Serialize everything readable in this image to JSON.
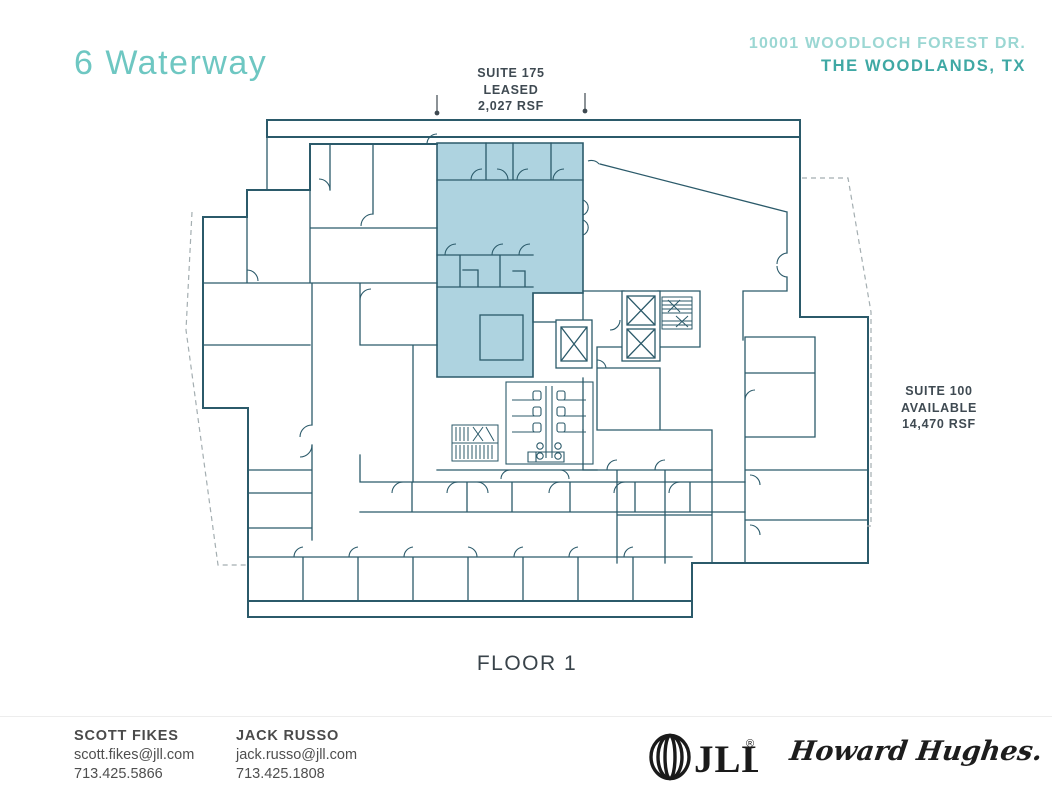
{
  "header": {
    "property_name": "6 Waterway",
    "address_line1": "10001 WOODLOCH FOREST DR.",
    "address_line2": "THE WOODLANDS, TX"
  },
  "labels": {
    "suite_175": {
      "name": "SUITE 175",
      "status": "LEASED",
      "area": "2,027 RSF"
    },
    "suite_100": {
      "name": "SUITE 100",
      "status": "AVAILABLE",
      "area": "14,470 RSF"
    },
    "floor_label": "FLOOR 1"
  },
  "contacts": [
    {
      "name": "SCOTT FIKES",
      "email": "scott.fikes@jll.com",
      "phone": "713.425.5866"
    },
    {
      "name": "JACK RUSSO",
      "email": "jack.russo@jll.com",
      "phone": "713.425.1808"
    }
  ],
  "logos": {
    "jll_text": "JLL",
    "jll_registered": "®",
    "howard_hughes": "Howard Hughes."
  },
  "colors": {
    "title_teal": "#6ec7c2",
    "address_light_teal": "#9bd7d3",
    "address_dark_teal": "#3fa8a4",
    "wall_line": "#2b5a6a",
    "suite_fill": "#aed3e0",
    "label_text": "#3f4a52",
    "dashed_boundary": "#a4aeb1",
    "logo_black": "#1a1a1a"
  }
}
